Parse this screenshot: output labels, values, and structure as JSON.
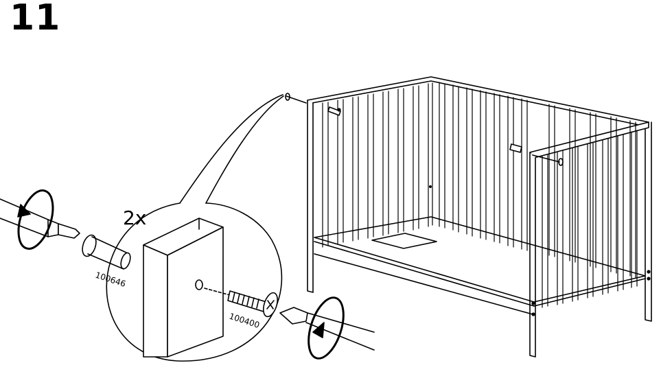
{
  "step": {
    "number": "11"
  },
  "detail": {
    "quantity": "2x",
    "part_dowel": "100646",
    "part_bolt": "100400"
  },
  "colors": {
    "line": "#000000",
    "background": "#ffffff"
  },
  "icons": [
    "screwdriver-icon",
    "rotate-counterclockwise-icon",
    "rotate-clockwise-icon",
    "bolt-icon",
    "dowel-icon",
    "crib-illustration"
  ]
}
